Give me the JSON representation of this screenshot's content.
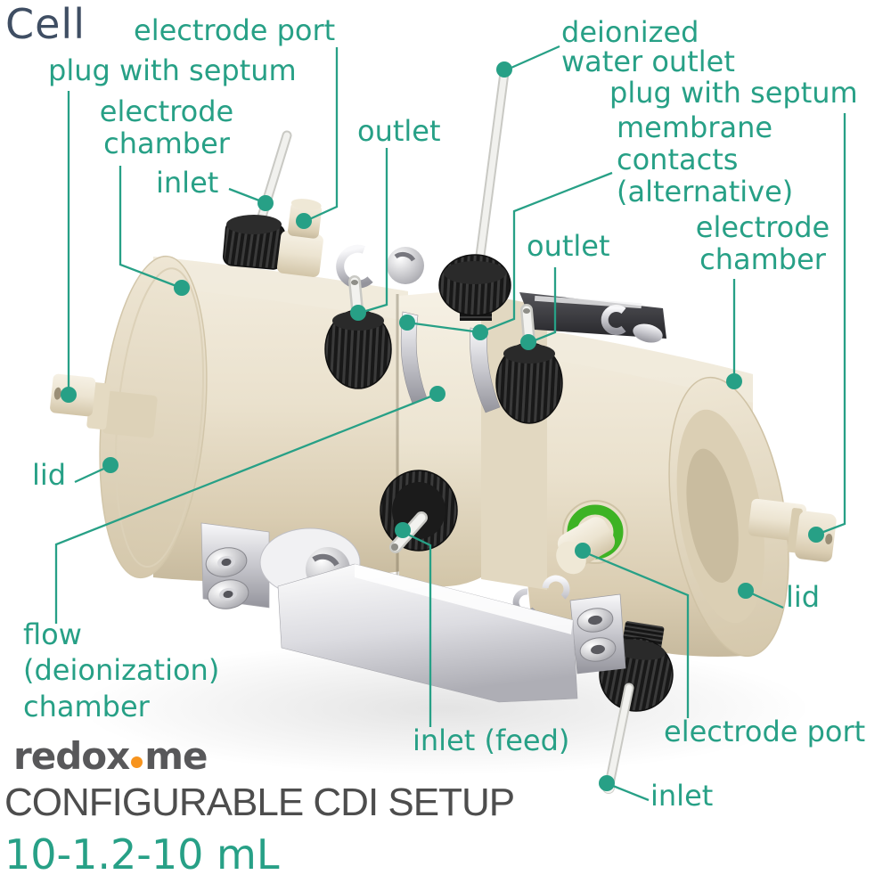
{
  "title": "Cell",
  "brand": {
    "name_part1": "redox",
    "name_part2": "me"
  },
  "product": {
    "name": "CONFIGURABLE CDI SETUP",
    "size": "10-1.2-10 mL"
  },
  "colors": {
    "accent": "#27a086",
    "title_color": "#3f4e63",
    "product_color": "#4d4d4d",
    "logo_color": "#58585a",
    "logo_dot": "#f7941e",
    "body_cream": "#e9e0cb",
    "cap_black": "#1d1d1d",
    "oring_green": "#3db324",
    "metal_silver": "#c9c9cf"
  },
  "labels": {
    "electrode_port_top": "electrode port",
    "plug_with_septum_left": "plug with septum",
    "electrode_chamber_left": [
      "electrode",
      "chamber"
    ],
    "inlet_left": "inlet",
    "outlet_left": "outlet",
    "deionized_water_outlet": [
      "deionized",
      "water outlet"
    ],
    "plug_with_septum_right": "plug with septum",
    "membrane_contacts": [
      "membrane",
      "contacts",
      "(alternative)"
    ],
    "outlet_right": "outlet",
    "electrode_chamber_right": [
      "electrode",
      "chamber"
    ],
    "lid_left": "lid",
    "lid_right": "lid",
    "flow_chamber": [
      "flow",
      "(deionization)",
      "chamber"
    ],
    "inlet_feed": "inlet (feed)",
    "electrode_port_bottom": "electrode port",
    "inlet_bottom": "inlet"
  }
}
